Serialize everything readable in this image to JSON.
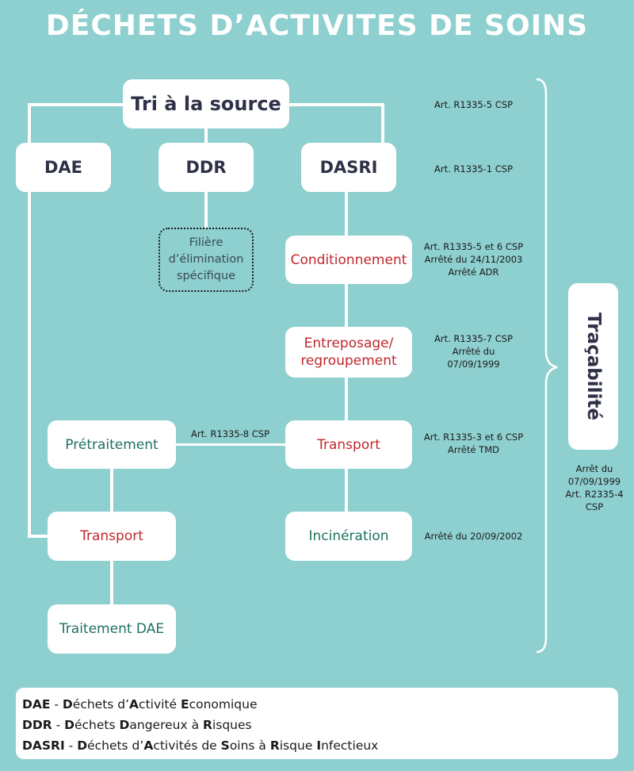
{
  "title": "DÉCHETS D’ACTIVITES DE SOINS",
  "nodes": {
    "tri": "Tri à la source",
    "dae": "DAE",
    "ddr": "DDR",
    "dasri": "DASRI",
    "filiere": "Filière d’élimination spécifique",
    "conditionnement": "Conditionnement",
    "entreposage": "Entreposage/ regroupement",
    "transport_dasri": "Transport",
    "incineration": "Incinération",
    "pretraitement": "Prétraitement",
    "transport_dae": "Transport",
    "traitement_dae": "Traitement DAE"
  },
  "refs": {
    "tri": "Art. R1335-5 CSP",
    "dasri": "Art. R1335-1 CSP",
    "conditionnement": [
      "Art. R1335-5 et 6 CSP",
      "Arrêté du 24/11/2003",
      "Arrêté ADR"
    ],
    "entreposage": [
      "Art. R1335-7 CSP",
      "Arrêté du",
      "07/09/1999"
    ],
    "transport": [
      "Art. R1335-3 et 6 CSP",
      "Arrêté TMD"
    ],
    "incineration": "Arrêté du 20/09/2002",
    "pretraitement_link": "Art. R1335-8 CSP"
  },
  "tracabilite": {
    "label": "Traçabilité",
    "refs": [
      "Arrêt du",
      "07/09/1999",
      "Art. R2335-4",
      "CSP"
    ]
  },
  "legend": [
    {
      "abbr": "DAE",
      "sep": " - ",
      "parts": [
        [
          "D",
          "échets d’"
        ],
        [
          "A",
          "ctivité "
        ],
        [
          "E",
          "conomique"
        ]
      ]
    },
    {
      "abbr": "DDR",
      "sep": " - ",
      "parts": [
        [
          "D",
          "échets "
        ],
        [
          "D",
          "angereux à "
        ],
        [
          "R",
          "isques"
        ]
      ]
    },
    {
      "abbr": "DASRI",
      "sep": " - ",
      "parts": [
        [
          "D",
          "échets d’"
        ],
        [
          "A",
          "ctivités de "
        ],
        [
          "S",
          "oins à "
        ],
        [
          "R",
          "isque "
        ],
        [
          "I",
          "nfectieux"
        ]
      ]
    }
  ],
  "colors": {
    "background": "#8ecfcf",
    "dark": "#2e3147",
    "red": "#c0272d",
    "green": "#1e7060"
  }
}
